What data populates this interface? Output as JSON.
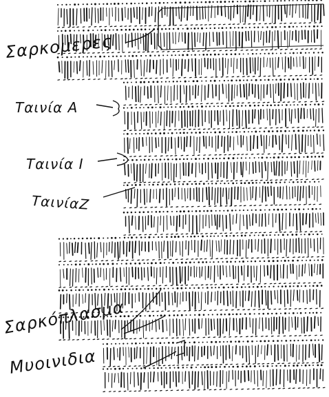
{
  "figure": {
    "ink_color": "#111111",
    "paper_color": "#ffffff"
  },
  "labels": {
    "sarkomeres": "Σαρκομερες",
    "band_a": "Ταινία Α",
    "band_i": "Ταινία I",
    "band_z": "ΤαινίαZ",
    "sarcoplasm": "Σαρκόπλασμα",
    "myofibrils": "Μυοινιδια"
  }
}
